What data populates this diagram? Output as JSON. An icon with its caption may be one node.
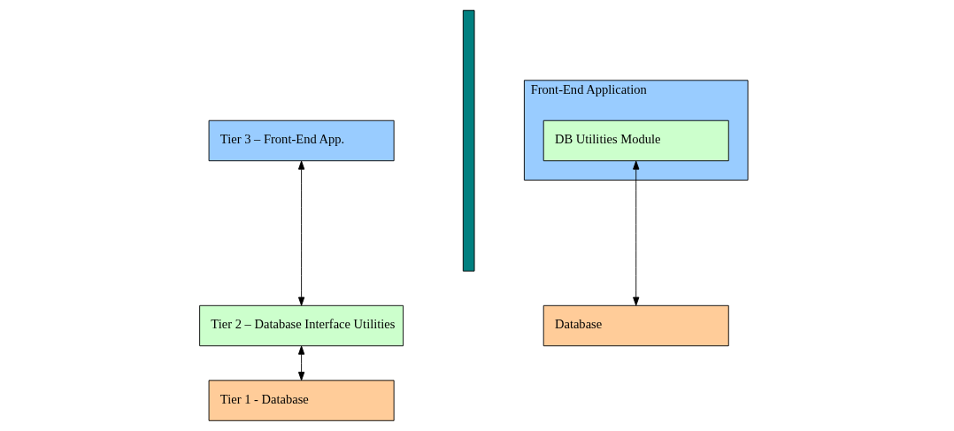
{
  "diagram": {
    "nodes": [
      {
        "text": [
          "Tier 3 – Front-End App."
        ]
      },
      {
        "text": [
          "Tier 2 – Database Interface Utilities"
        ]
      },
      {
        "text": [
          "Tier 1 - Database"
        ]
      },
      {
        "text": [],
        "shape": "bar"
      },
      {
        "text": [
          "Front-End Application"
        ]
      },
      {
        "text": [
          "DB Utilities Module"
        ],
        "in": 4
      },
      {
        "text": [
          "Database"
        ]
      }
    ],
    "edges": [
      {
        "from": 0,
        "to": 1,
        "arrow": "both"
      },
      {
        "from": 1,
        "to": 2,
        "arrow": "both"
      },
      {
        "from": 5,
        "to": 6,
        "arrow": "both"
      }
    ]
  }
}
